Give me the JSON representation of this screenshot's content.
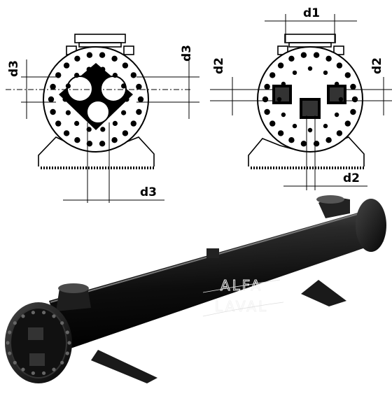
{
  "dimensions": {
    "d1": "d1",
    "d2": "d2",
    "d3": "d3"
  },
  "logo": {
    "line1": "ALFA",
    "line2": "LAVAL"
  }
}
